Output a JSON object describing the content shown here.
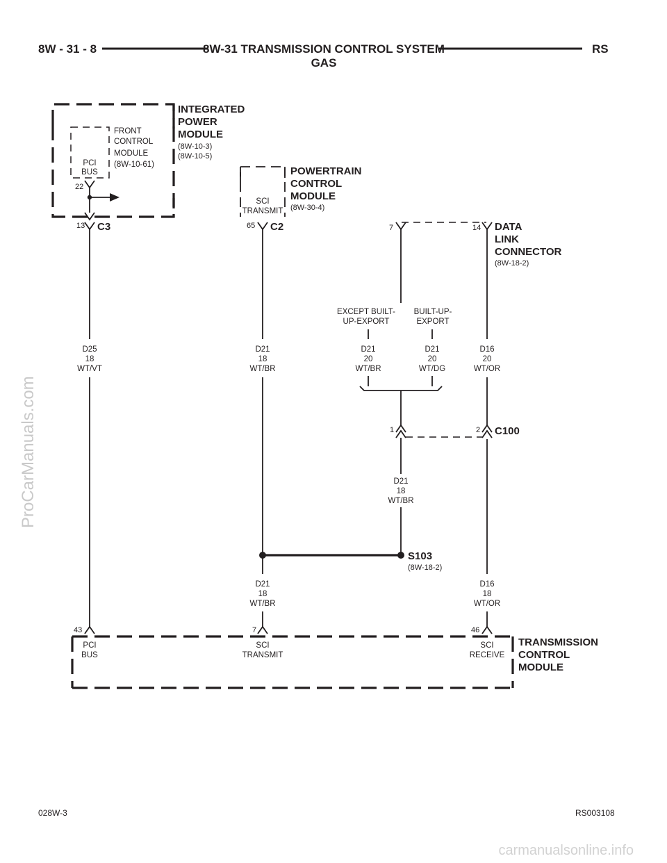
{
  "header": {
    "page_number": "8W - 31 - 8",
    "title_line1": "8W-31 TRANSMISSION CONTROL SYSTEM",
    "title_line2": "GAS",
    "code": "RS"
  },
  "ipm": {
    "name1": "INTEGRATED",
    "name2": "POWER",
    "name3": "MODULE",
    "ref1": "(8W-10-3)",
    "ref2": "(8W-10-5)",
    "fcm1": "FRONT",
    "fcm2": "CONTROL",
    "fcm3": "MODULE",
    "fcm_ref": "(8W-10-61)",
    "pci1": "PCI",
    "pci2": "BUS",
    "pin_inner": "22",
    "pin_conn": "13",
    "connector": "C3"
  },
  "pcm": {
    "name1": "POWERTRAIN",
    "name2": "CONTROL",
    "name3": "MODULE",
    "ref": "(8W-30-4)",
    "sci1": "SCI",
    "sci2": "TRANSMIT",
    "pin": "65",
    "connector": "C2"
  },
  "dlc": {
    "name1": "DATA",
    "name2": "LINK",
    "name3": "CONNECTOR",
    "ref": "(8W-18-2)",
    "pin_left": "7",
    "pin_right": "14"
  },
  "variants": {
    "left1": "EXCEPT BUILT-",
    "left2": "UP-EXPORT",
    "right1": "BUILT-UP-",
    "right2": "EXPORT"
  },
  "wires": {
    "w1": {
      "circuit": "D25",
      "gauge": "18",
      "color": "WT/VT"
    },
    "w2": {
      "circuit": "D21",
      "gauge": "18",
      "color": "WT/BR"
    },
    "w3": {
      "circuit": "D21",
      "gauge": "20",
      "color": "WT/BR"
    },
    "w4": {
      "circuit": "D21",
      "gauge": "20",
      "color": "WT/DG"
    },
    "w5": {
      "circuit": "D16",
      "gauge": "20",
      "color": "WT/OR"
    },
    "w6": {
      "circuit": "D21",
      "gauge": "18",
      "color": "WT/BR"
    },
    "w7": {
      "circuit": "D21",
      "gauge": "18",
      "color": "WT/BR"
    },
    "w8": {
      "circuit": "D16",
      "gauge": "18",
      "color": "WT/OR"
    }
  },
  "c100": {
    "connector": "C100",
    "pin_left": "1",
    "pin_right": "2"
  },
  "splice": {
    "name": "S103",
    "ref": "(8W-18-2)"
  },
  "tcm": {
    "name1": "TRANSMISSION",
    "name2": "CONTROL",
    "name3": "MODULE",
    "pin1": "43",
    "pin2": "7",
    "pin3": "46",
    "pci1": "PCI",
    "pci2": "BUS",
    "sci_t1": "SCI",
    "sci_t2": "TRANSMIT",
    "sci_r1": "SCI",
    "sci_r2": "RECEIVE"
  },
  "footer": {
    "left": "028W-3",
    "right": "RS003108"
  },
  "watermarks": {
    "side": "ProCarManuals.com",
    "bottom": "carmanualsonline.info"
  }
}
